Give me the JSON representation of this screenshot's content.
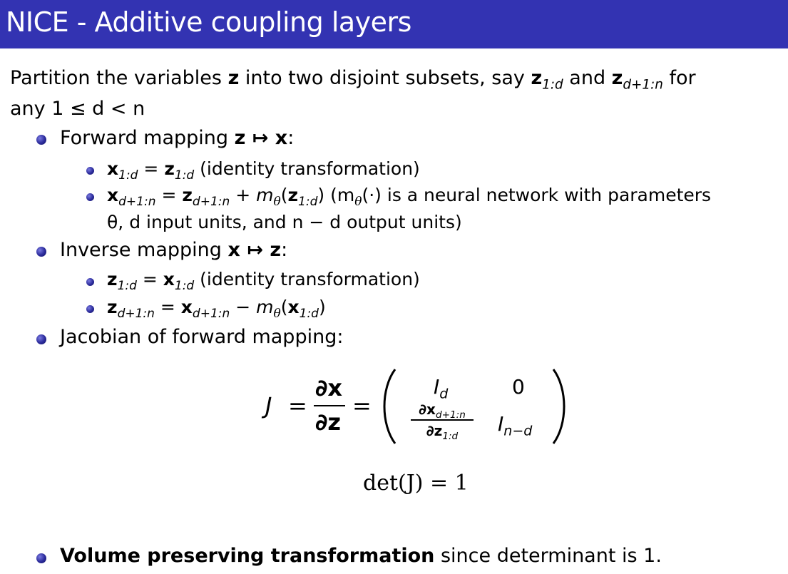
{
  "slide": {
    "title": "NICE - Additive coupling layers"
  },
  "intro": {
    "line1_prefix": "Partition the variables ",
    "z": "z",
    "line1_mid": " into two disjoint subsets, say ",
    "z_sub1": "1:d",
    "and": " and ",
    "z_sub2": "d+1:n",
    "for": " for",
    "line2": "any 1 ≤ d < n"
  },
  "forward": {
    "label": "Forward mapping ",
    "map": "z ↦ x",
    "colon": ":",
    "item1_lhs": "x",
    "item1_sub": "1:d",
    "item1_eq": " = ",
    "item1_rhs": "z",
    "item1_rhs_sub": "1:d",
    "item1_note": " (identity transformation)",
    "item2_text": " (m",
    "item2_note": "(·) is a neural network with parameters",
    "item2_cont": "θ, d input units, and n − d output units)"
  },
  "inverse": {
    "label": "Inverse mapping ",
    "map": "x ↦ z",
    "colon": ":",
    "item1_note": " (identity transformation)"
  },
  "jacobian": {
    "label": "Jacobian of forward mapping:",
    "J": "J",
    "eq": "=",
    "dx": "∂x",
    "dz": "∂z",
    "m11": "I",
    "m11_sub": "d",
    "m12": "0",
    "m21_num": "∂x",
    "m21_num_sub": "d+1:n",
    "m21_den": "∂z",
    "m21_den_sub": "1:d",
    "m22": "I",
    "m22_sub": "n−d",
    "det": "det(J) = 1"
  },
  "volume": {
    "bold": "Volume preserving transformation",
    "rest": " since determinant is 1."
  }
}
